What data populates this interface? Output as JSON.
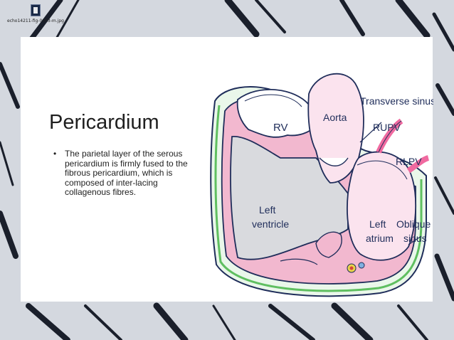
{
  "file": {
    "name": "echo14211-fig-0003-m.jpg",
    "icon": "image-file-icon"
  },
  "slide": {
    "title": "Pericardium",
    "bullets": [
      "The parietal layer of the serous pericardium is firmly fused to the fibrous pericardium, which is composed of inter-lacing collagenous fibres."
    ]
  },
  "diagram": {
    "labels": {
      "rv": "RV",
      "aorta": "Aorta",
      "transverse_sinus": "Transverse sinus",
      "rupv": "RUPV",
      "rlpv": "RLPV",
      "left_ventricle_1": "Left",
      "left_ventricle_2": "ventricle",
      "left_atrium_1": "Left",
      "left_atrium_2": "atrium",
      "oblique_sinus_1": "Oblique",
      "oblique_sinus_2": "sinus"
    },
    "colors": {
      "outline": "#1f2d5a",
      "pink": "#f2b8cf",
      "light_pink": "#fbe3ee",
      "cavity_gray": "#d9dade",
      "green_layer": "#5fbf60",
      "vein_pink": "#f06aa0"
    }
  }
}
